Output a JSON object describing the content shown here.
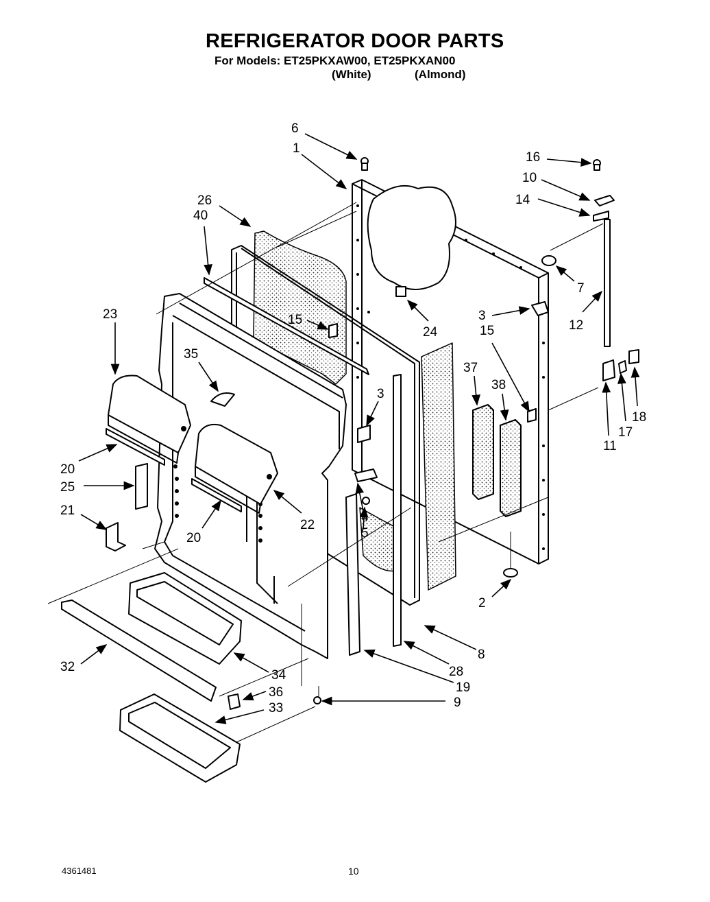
{
  "header": {
    "title": "REFRIGERATOR DOOR PARTS",
    "models": "For Models: ET25PKXAW00, ET25PKXAN00",
    "color_white": "(White)",
    "color_almond": "(Almond)"
  },
  "footer": {
    "doc_number": "4361481",
    "page_number": "10"
  },
  "callouts": [
    "6",
    "1",
    "26",
    "40",
    "23",
    "15",
    "35",
    "24",
    "16",
    "10",
    "14",
    "7",
    "3",
    "12",
    "15",
    "37",
    "38",
    "3",
    "18",
    "17",
    "11",
    "20",
    "25",
    "21",
    "22",
    "4",
    "5",
    "20",
    "2",
    "8",
    "32",
    "34",
    "28",
    "19",
    "36",
    "9",
    "33"
  ]
}
